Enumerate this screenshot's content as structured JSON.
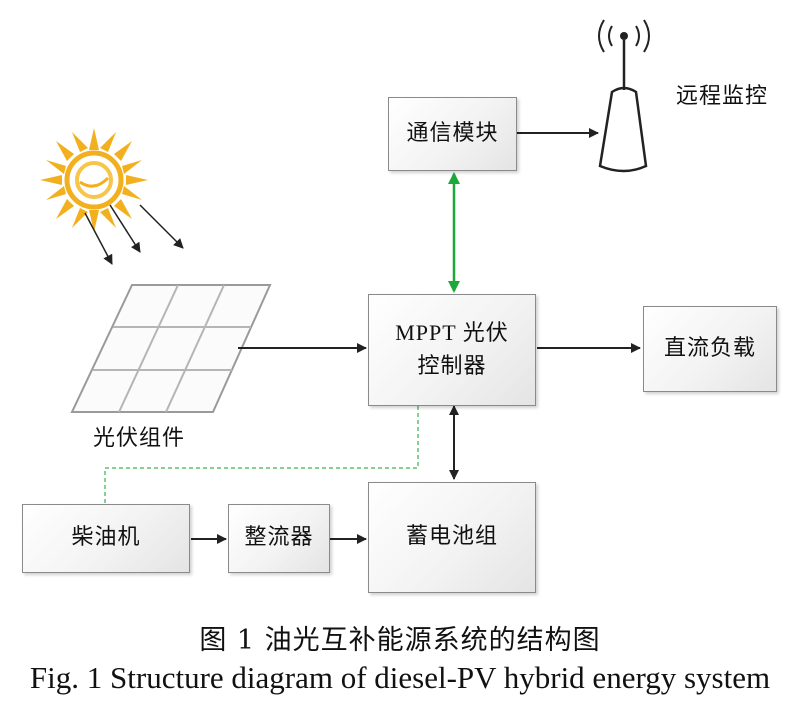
{
  "nodes": {
    "comm_module": "通信模块",
    "remote_monitor": "远程监控",
    "mppt_line1": "MPPT 光伏",
    "mppt_line2": "控制器",
    "dc_load": "直流负载",
    "pv_module": "光伏组件",
    "diesel_gen": "柴油机",
    "rectifier": "整流器",
    "battery": "蓄电池组"
  },
  "caption": {
    "zh": "图 1  油光互补能源系统的结构图",
    "en": "Fig. 1  Structure diagram of diesel-PV hybrid energy system"
  },
  "colors": {
    "arrow": "#222222",
    "comm_link": "#1fa83a",
    "dashed_link": "#5cc46f",
    "sun": "#f2b01e"
  },
  "icons": [
    "sun-icon",
    "solar-panel-icon",
    "antenna-tower-icon"
  ]
}
